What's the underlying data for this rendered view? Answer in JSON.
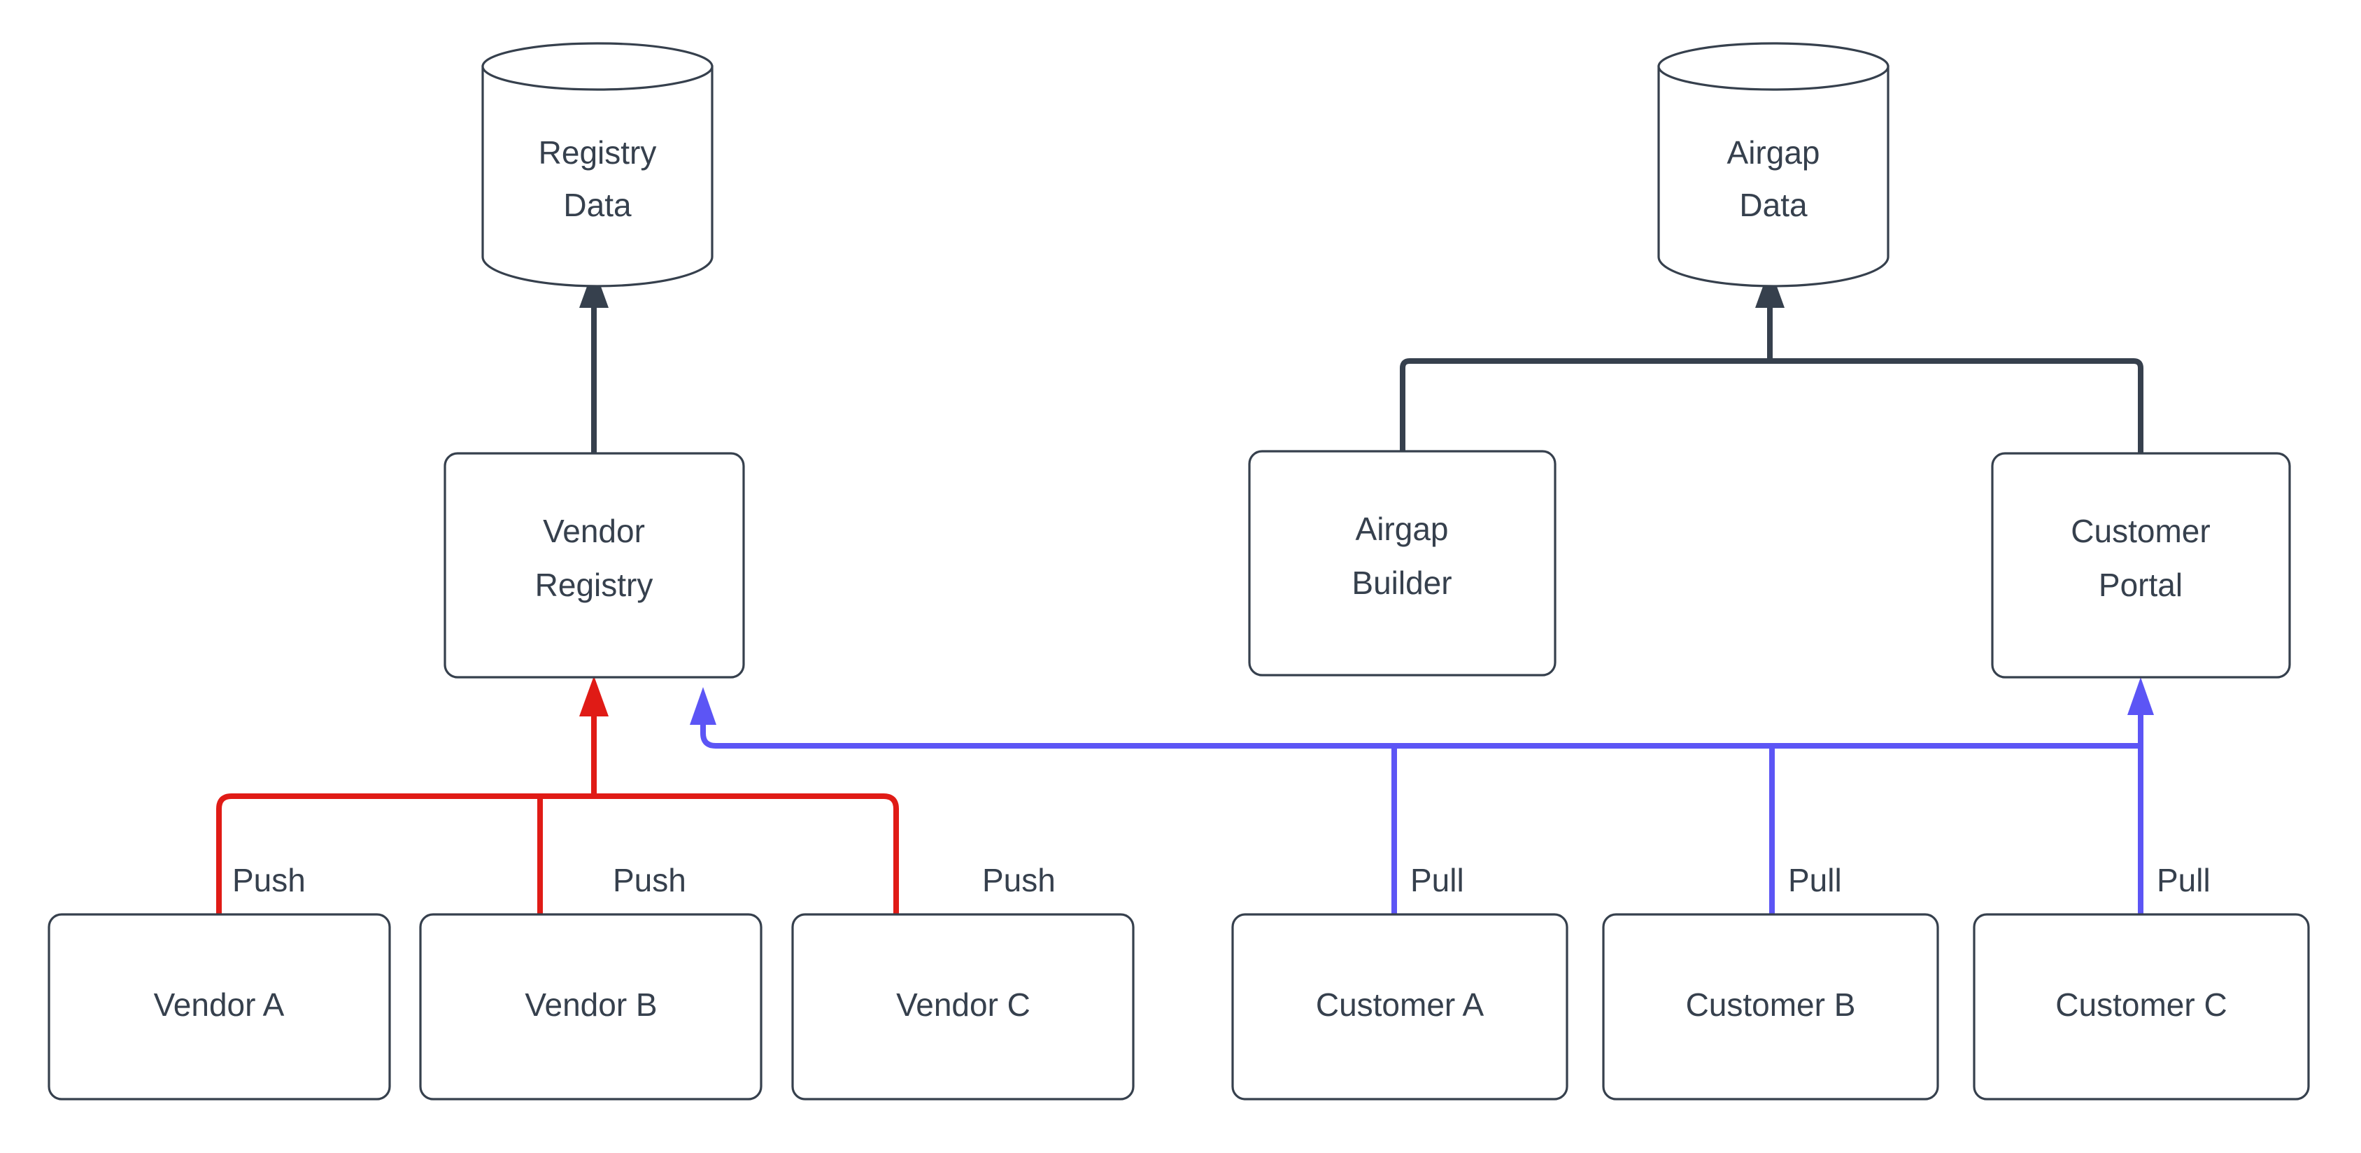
{
  "diagram": {
    "background_color": "#ffffff",
    "stroke_color": "#36404d",
    "push_color": "#e01b16",
    "pull_color": "#5c55f5",
    "nodes": {
      "registry_data": {
        "label_line1": "Registry",
        "label_line2": "Data",
        "shape": "cylinder"
      },
      "airgap_data": {
        "label_line1": "Airgap",
        "label_line2": "Data",
        "shape": "cylinder"
      },
      "vendor_registry": {
        "label_line1": "Vendor",
        "label_line2": "Registry",
        "shape": "rounded-rect"
      },
      "airgap_builder": {
        "label_line1": "Airgap",
        "label_line2": "Builder",
        "shape": "rounded-rect"
      },
      "customer_portal": {
        "label_line1": "Customer",
        "label_line2": "Portal",
        "shape": "rounded-rect"
      },
      "vendor_a": {
        "label": "Vendor A",
        "shape": "rounded-rect"
      },
      "vendor_b": {
        "label": "Vendor B",
        "shape": "rounded-rect"
      },
      "vendor_c": {
        "label": "Vendor C",
        "shape": "rounded-rect"
      },
      "customer_a": {
        "label": "Customer A",
        "shape": "rounded-rect"
      },
      "customer_b": {
        "label": "Customer B",
        "shape": "rounded-rect"
      },
      "customer_c": {
        "label": "Customer C",
        "shape": "rounded-rect"
      }
    },
    "edge_labels": {
      "push_a": "Push",
      "push_b": "Push",
      "push_c": "Push",
      "pull_a": "Pull",
      "pull_b": "Pull",
      "pull_c": "Pull"
    }
  }
}
